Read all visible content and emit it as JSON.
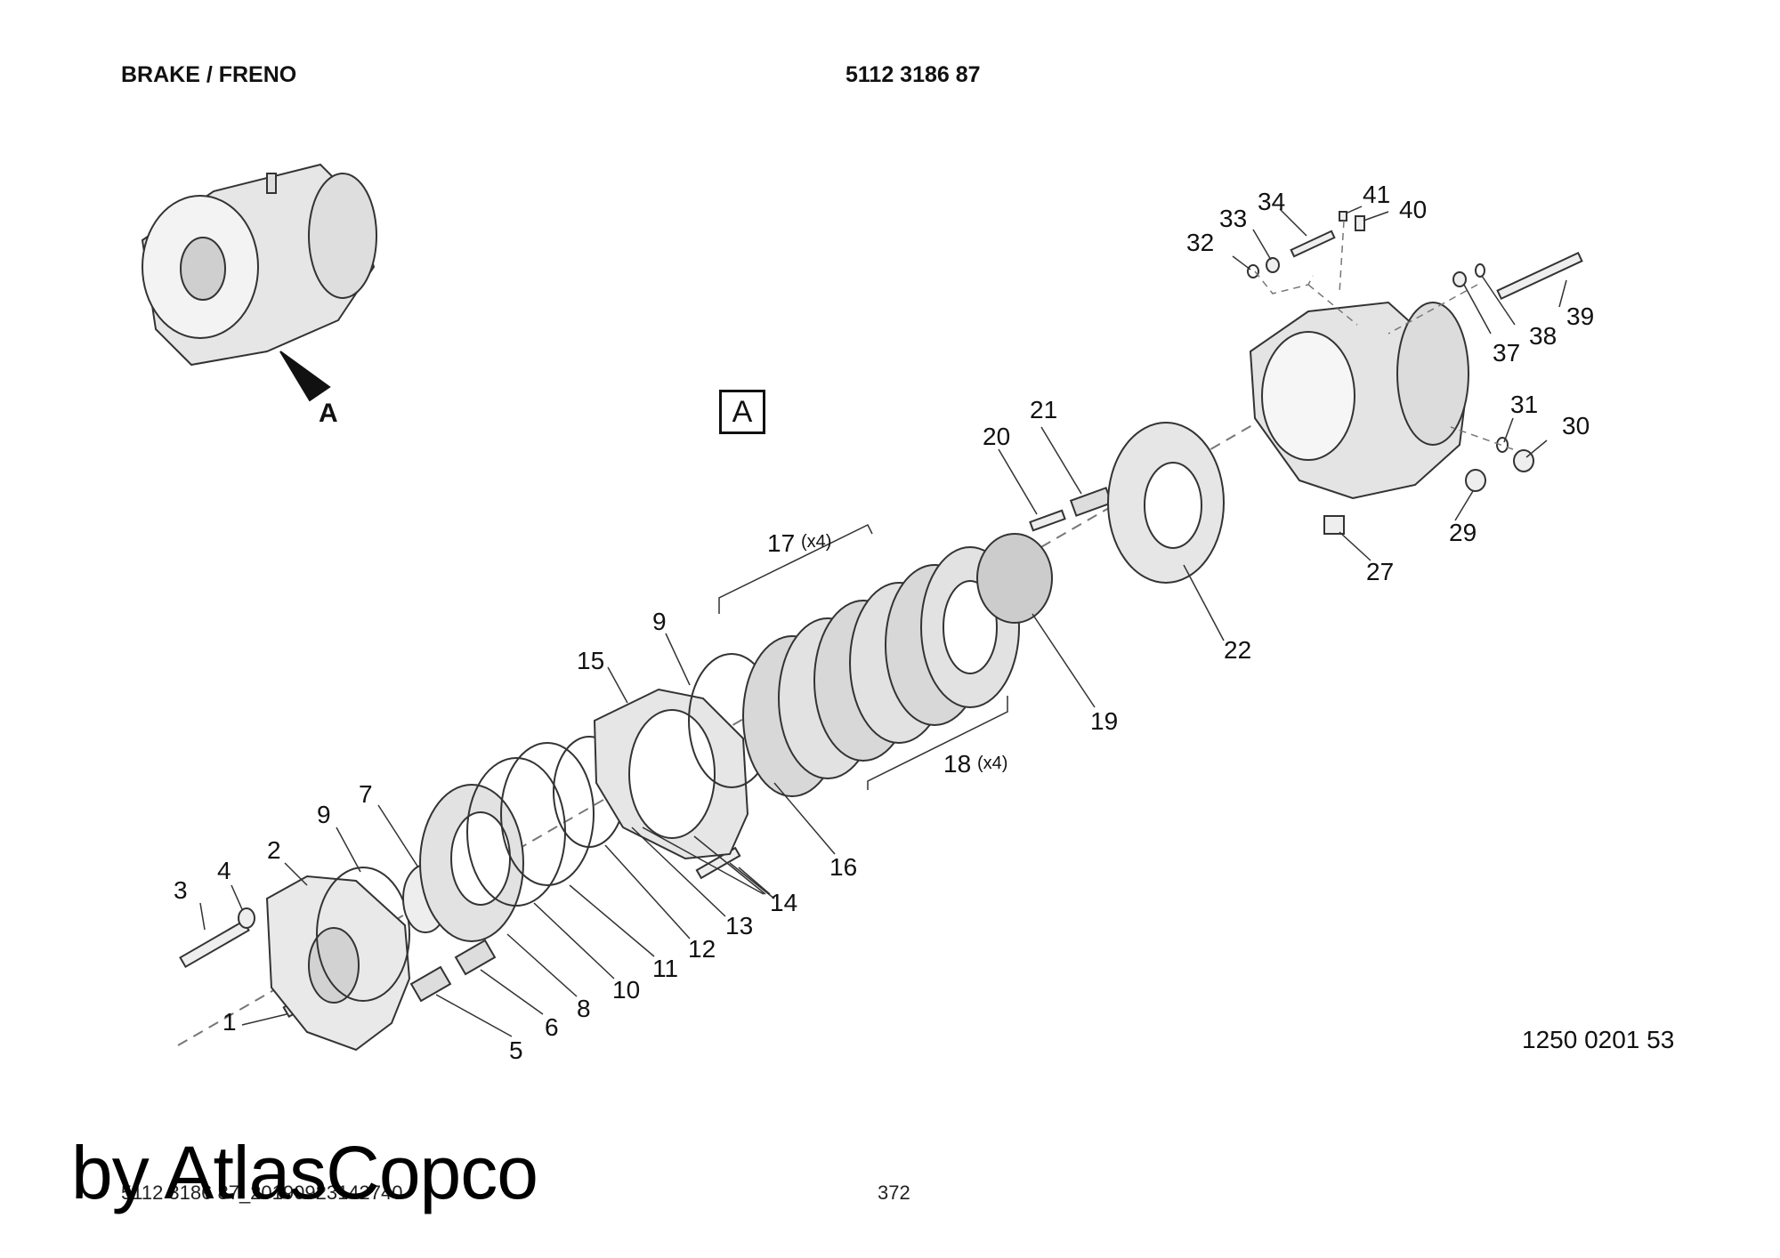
{
  "header": {
    "title": "BRAKE / FRENO",
    "part_number": "5112 3186 87"
  },
  "view": {
    "box_label": "A",
    "arrow_label": "A"
  },
  "callouts": {
    "p1": "1",
    "p2": "2",
    "p3": "3",
    "p4": "4",
    "p5": "5",
    "p6": "6",
    "p7": "7",
    "p8": "8",
    "p9a": "9",
    "p9b": "9",
    "p10": "10",
    "p11": "11",
    "p12": "12",
    "p13": "13",
    "p14": "14",
    "p15": "15",
    "p16": "16",
    "p17": "17",
    "p17q": "(x4)",
    "p18": "18",
    "p18q": "(x4)",
    "p19": "19",
    "p20": "20",
    "p21": "21",
    "p22": "22",
    "p27": "27",
    "p29": "29",
    "p30": "30",
    "p31": "31",
    "p32": "32",
    "p33": "33",
    "p34": "34",
    "p37": "37",
    "p38": "38",
    "p39": "39",
    "p40": "40",
    "p41": "41"
  },
  "drawing_number": "1250 0201 53",
  "footer": {
    "file_ref": "5112 3186 87_20190923142740",
    "page": "372",
    "watermark": "by AtlasCopco"
  }
}
